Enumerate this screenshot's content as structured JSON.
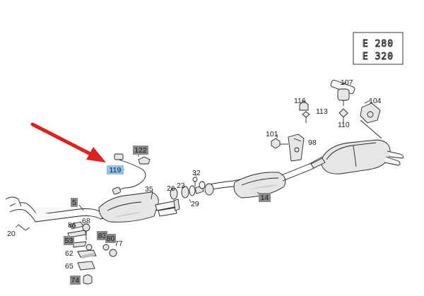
{
  "models": [
    "E 280",
    "E 320"
  ],
  "colors": {
    "arrow": "#e02020",
    "highlight": "#8fc3ea",
    "gray_badge": "#8a8a8a",
    "line": "#222222"
  },
  "callouts": {
    "c107": "107",
    "c104": "104",
    "c116": "116",
    "c113": "113",
    "c110": "110",
    "c101": "101",
    "c98": "98",
    "c122": "122",
    "c119": "119",
    "c32": "32",
    "c35": "35",
    "c26": "26",
    "c23": "23",
    "c29": "29",
    "c14": "14",
    "c5": "5",
    "c20": "20",
    "c86": "86",
    "c68": "68",
    "c83": "83",
    "c80": "80",
    "c53": "53",
    "c77": "77",
    "c62": "62",
    "c65": "65",
    "c74": "74"
  }
}
